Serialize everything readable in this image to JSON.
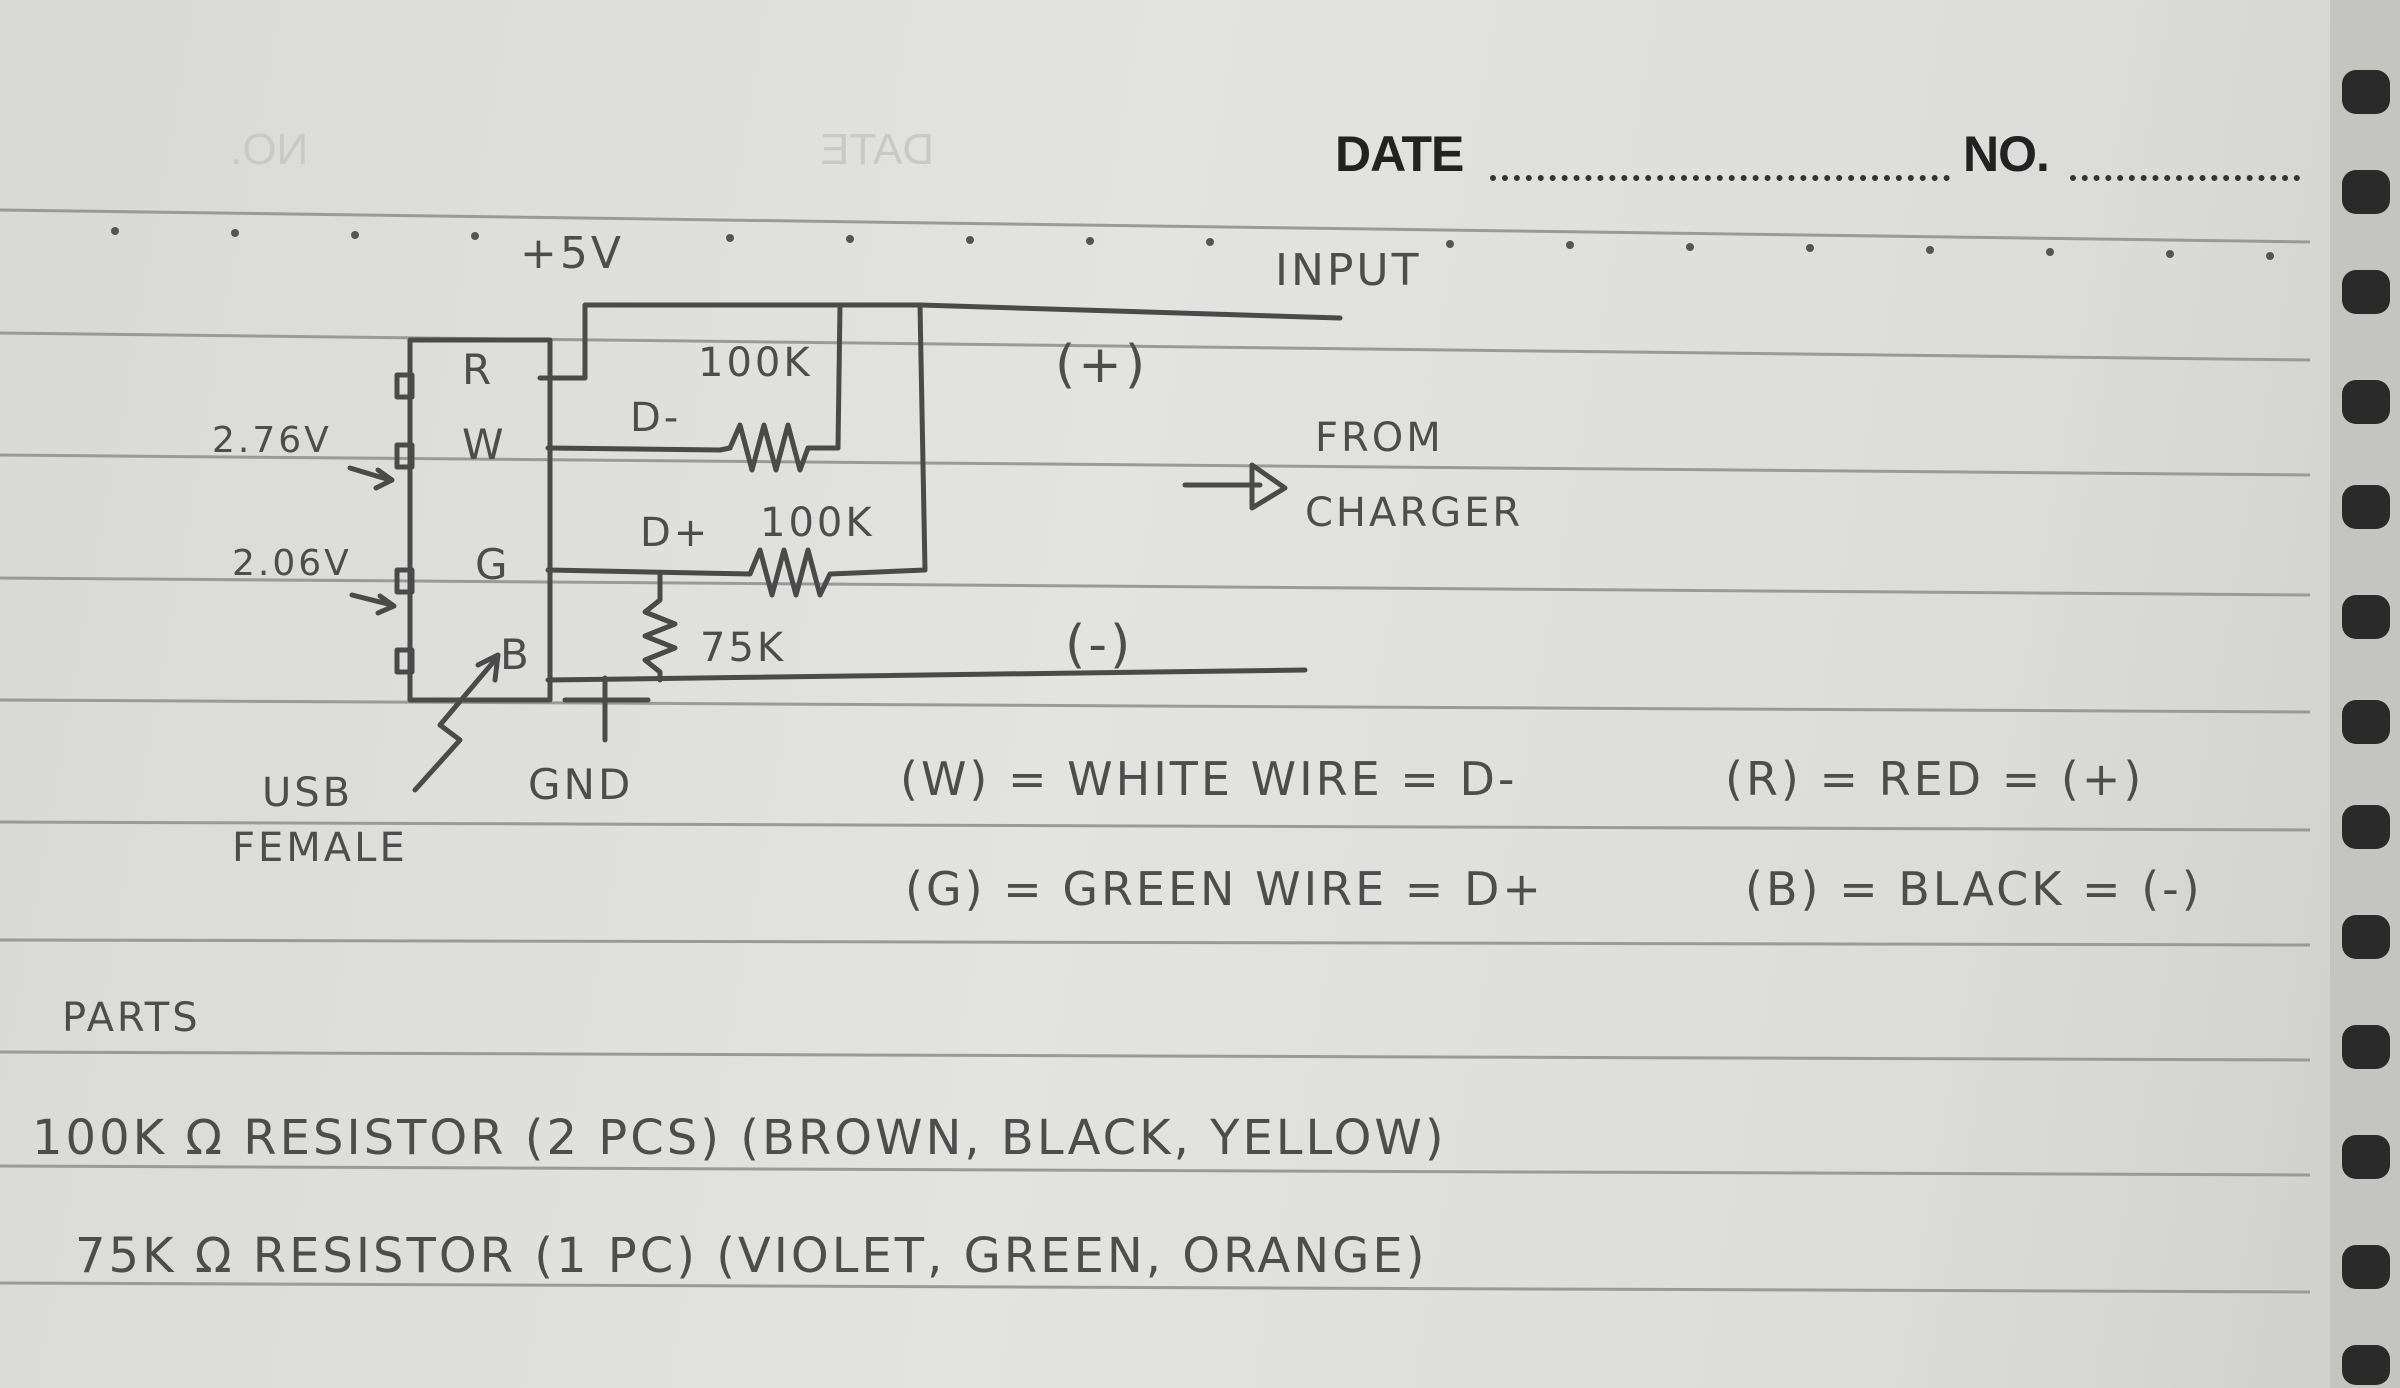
{
  "header": {
    "date_label": "DATE",
    "no_label": "NO."
  },
  "circuit": {
    "supply": "+5V",
    "input": "INPUT",
    "plus": "(+)",
    "minus": "(-)",
    "from_charger": [
      "FROM",
      "CHARGER"
    ],
    "resistor_top": "100K",
    "resistor_mid": "100K",
    "resistor_bottom": "75K",
    "d_minus": "D-",
    "d_plus": "D+",
    "gnd": "GND",
    "usb_label": [
      "USB",
      "FEMALE"
    ],
    "voltage_w": "2.76V",
    "voltage_g": "2.06V",
    "pins": [
      "R",
      "W",
      "G",
      "B"
    ]
  },
  "legend": [
    "(W) = WHITE WIRE = D-",
    "(R) = RED = (+)",
    "(G) = GREEN WIRE = D+",
    "(B) = BLACK = (-)"
  ],
  "parts": {
    "heading": "PARTS",
    "items": [
      "100K Ω RESISTOR (2 PCS) (BROWN, BLACK, YELLOW)",
      "75K Ω RESISTOR (1 PC) (VIOLET, GREEN, ORANGE)"
    ]
  }
}
